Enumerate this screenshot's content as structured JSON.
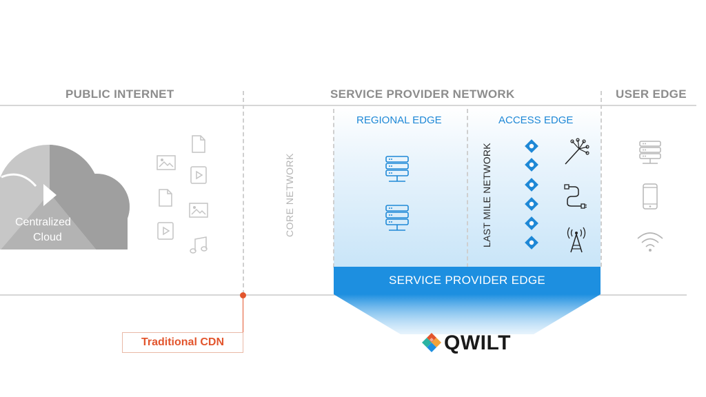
{
  "headers": {
    "public_internet": "PUBLIC INTERNET",
    "service_provider_network": "SERVICE PROVIDER NETWORK",
    "user_edge": "USER EDGE"
  },
  "subsections": {
    "regional_edge": "REGIONAL EDGE",
    "access_edge": "ACCESS EDGE"
  },
  "vertical_labels": {
    "core_network": "CORE NETWORK",
    "last_mile_network": "LAST MILE NETWORK"
  },
  "cloud": {
    "line1": "Centralized",
    "line2": "Cloud"
  },
  "service_provider_edge": "SERVICE PROVIDER EDGE",
  "traditional_cdn": "Traditional CDN",
  "brand": {
    "name": "QWILT"
  },
  "colors": {
    "accent_blue": "#1e88d6",
    "band_blue": "#1d8fe0",
    "cdn_orange": "#e2552d",
    "header_gray": "#8c8c8c",
    "icon_gray": "#c4c4c4"
  },
  "icons": {
    "content": [
      "image-icon",
      "file-icon",
      "video-icon",
      "music-icon"
    ],
    "regional": [
      "server-icon"
    ],
    "access": [
      "qwilt-node-icon",
      "fiber-icon",
      "cable-icon",
      "antenna-icon"
    ],
    "user": [
      "server-icon",
      "phone-icon",
      "wifi-icon"
    ]
  }
}
